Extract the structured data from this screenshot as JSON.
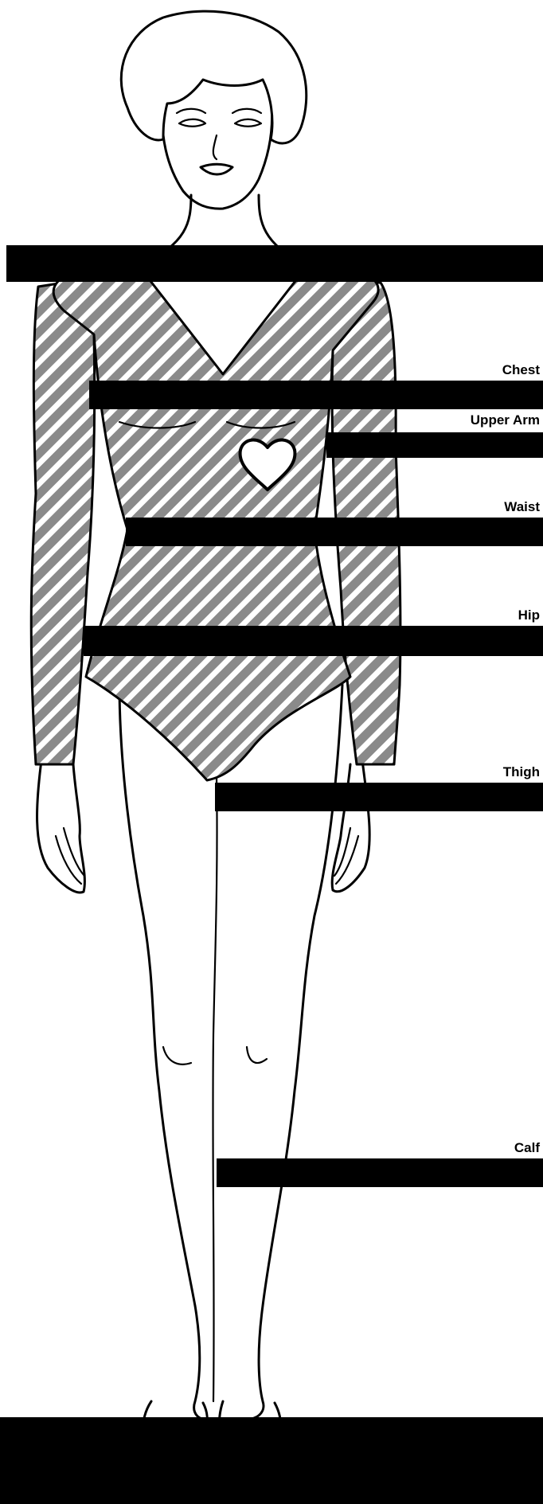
{
  "labels": {
    "chest": "Chest",
    "upper_arm": "Upper Arm",
    "waist": "Waist",
    "hip": "Hip",
    "thigh": "Thigh",
    "calf": "Calf"
  },
  "colors": {
    "bars": "#000000",
    "stripe_dark": "#8a8a8a",
    "background": "#ffffff"
  }
}
